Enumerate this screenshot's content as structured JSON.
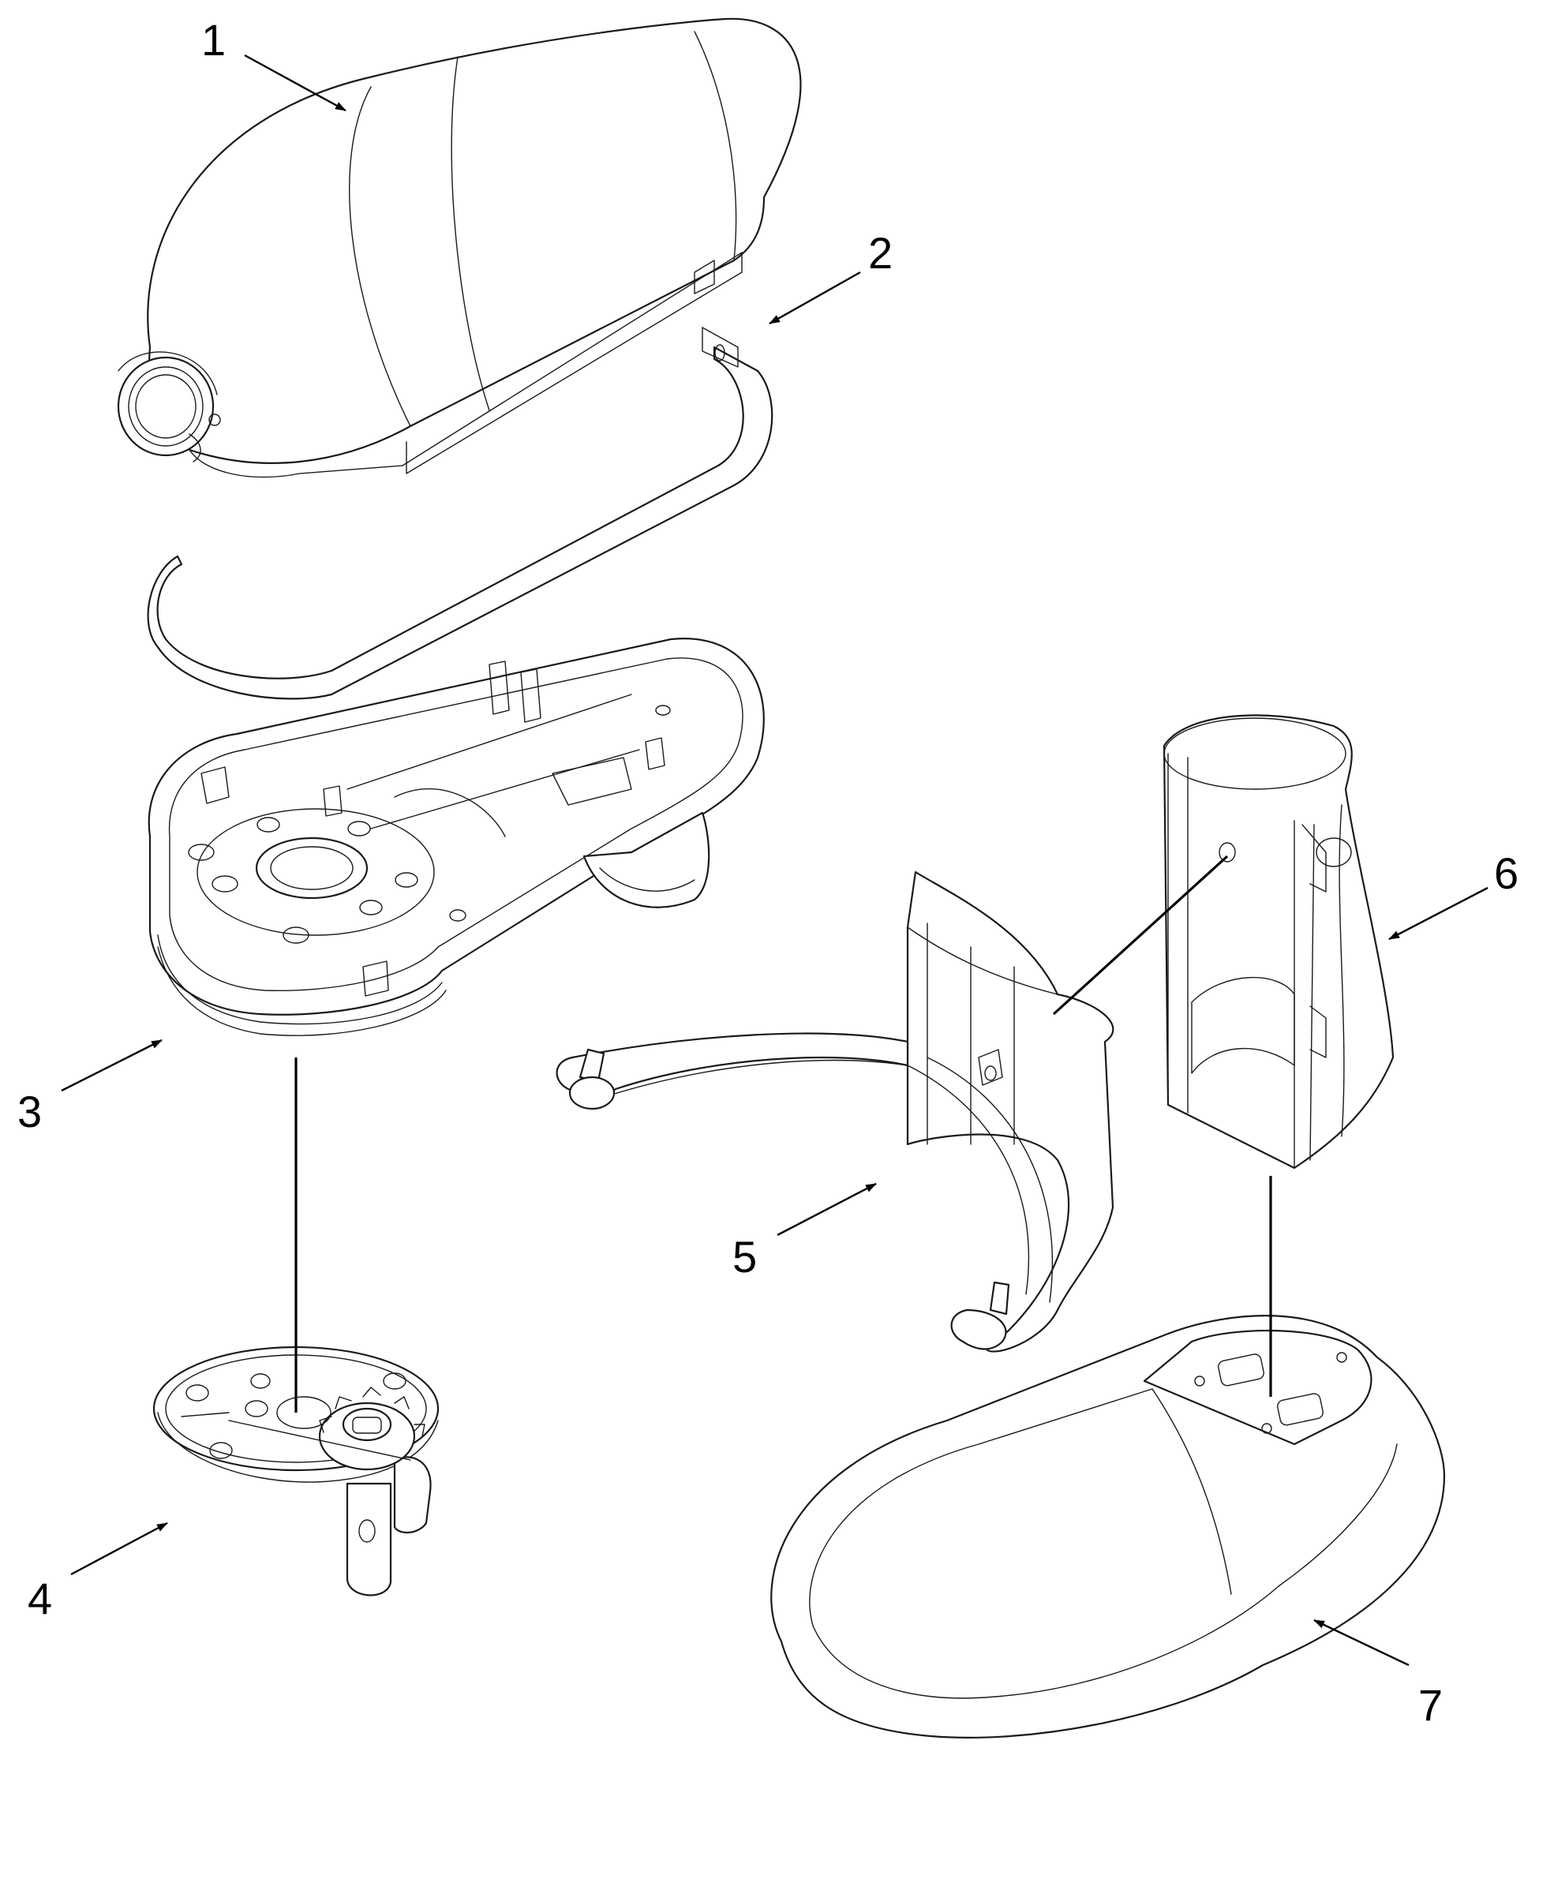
{
  "colors": {
    "ink": "#000000",
    "line": "#1a1a1a",
    "background": "#ffffff"
  },
  "callouts": [
    {
      "number": "1"
    },
    {
      "number": "2"
    },
    {
      "number": "3"
    },
    {
      "number": "4"
    },
    {
      "number": "5"
    },
    {
      "number": "6"
    },
    {
      "number": "7"
    }
  ]
}
